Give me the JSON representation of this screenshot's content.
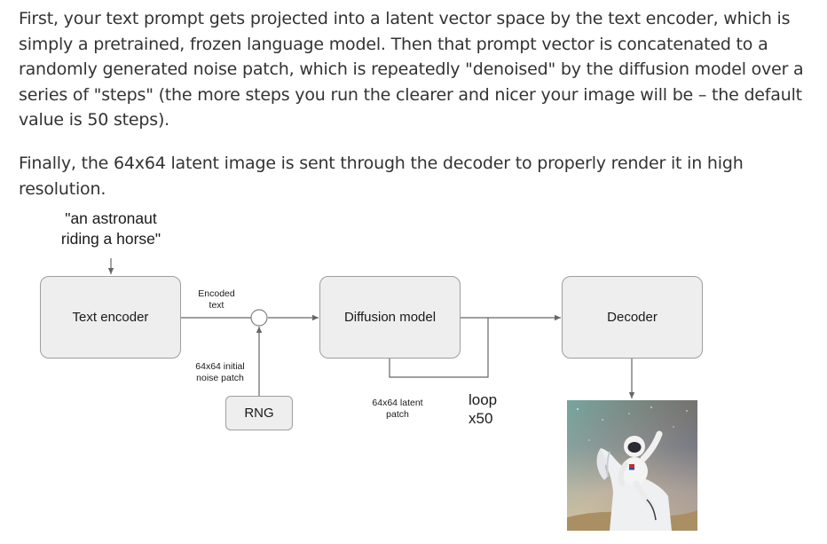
{
  "article": {
    "paragraph_1": "First, your text prompt gets projected into a latent vector space by the text encoder, which is simply a pretrained, frozen language model. Then that prompt vector is concatenated to a randomly generated noise patch, which is repeatedly \"denoised\" by the diffusion model over a series of \"steps\" (the more steps you run the clearer and nicer your image will be – the default value is 50 steps).",
    "paragraph_2": "Finally, the 64x64 latent image is sent through the decoder to properly render it in high resolution."
  },
  "diagram": {
    "prompt": "\"an astronaut\nriding a horse\"",
    "text_encoder": "Text encoder",
    "encoded_text": "Encoded\ntext",
    "noise_patch": "64x64 initial\nnoise patch",
    "rng": "RNG",
    "diffusion_model": "Diffusion model",
    "latent_patch": "64x64 latent\npatch",
    "loop": "loop\nx50",
    "decoder": "Decoder",
    "output_image": "astronaut-on-horse-image"
  },
  "colors": {
    "body_text": "#333333",
    "box_fill": "#eeeeee",
    "box_border": "#9e9e9e",
    "wire": "#666666"
  }
}
